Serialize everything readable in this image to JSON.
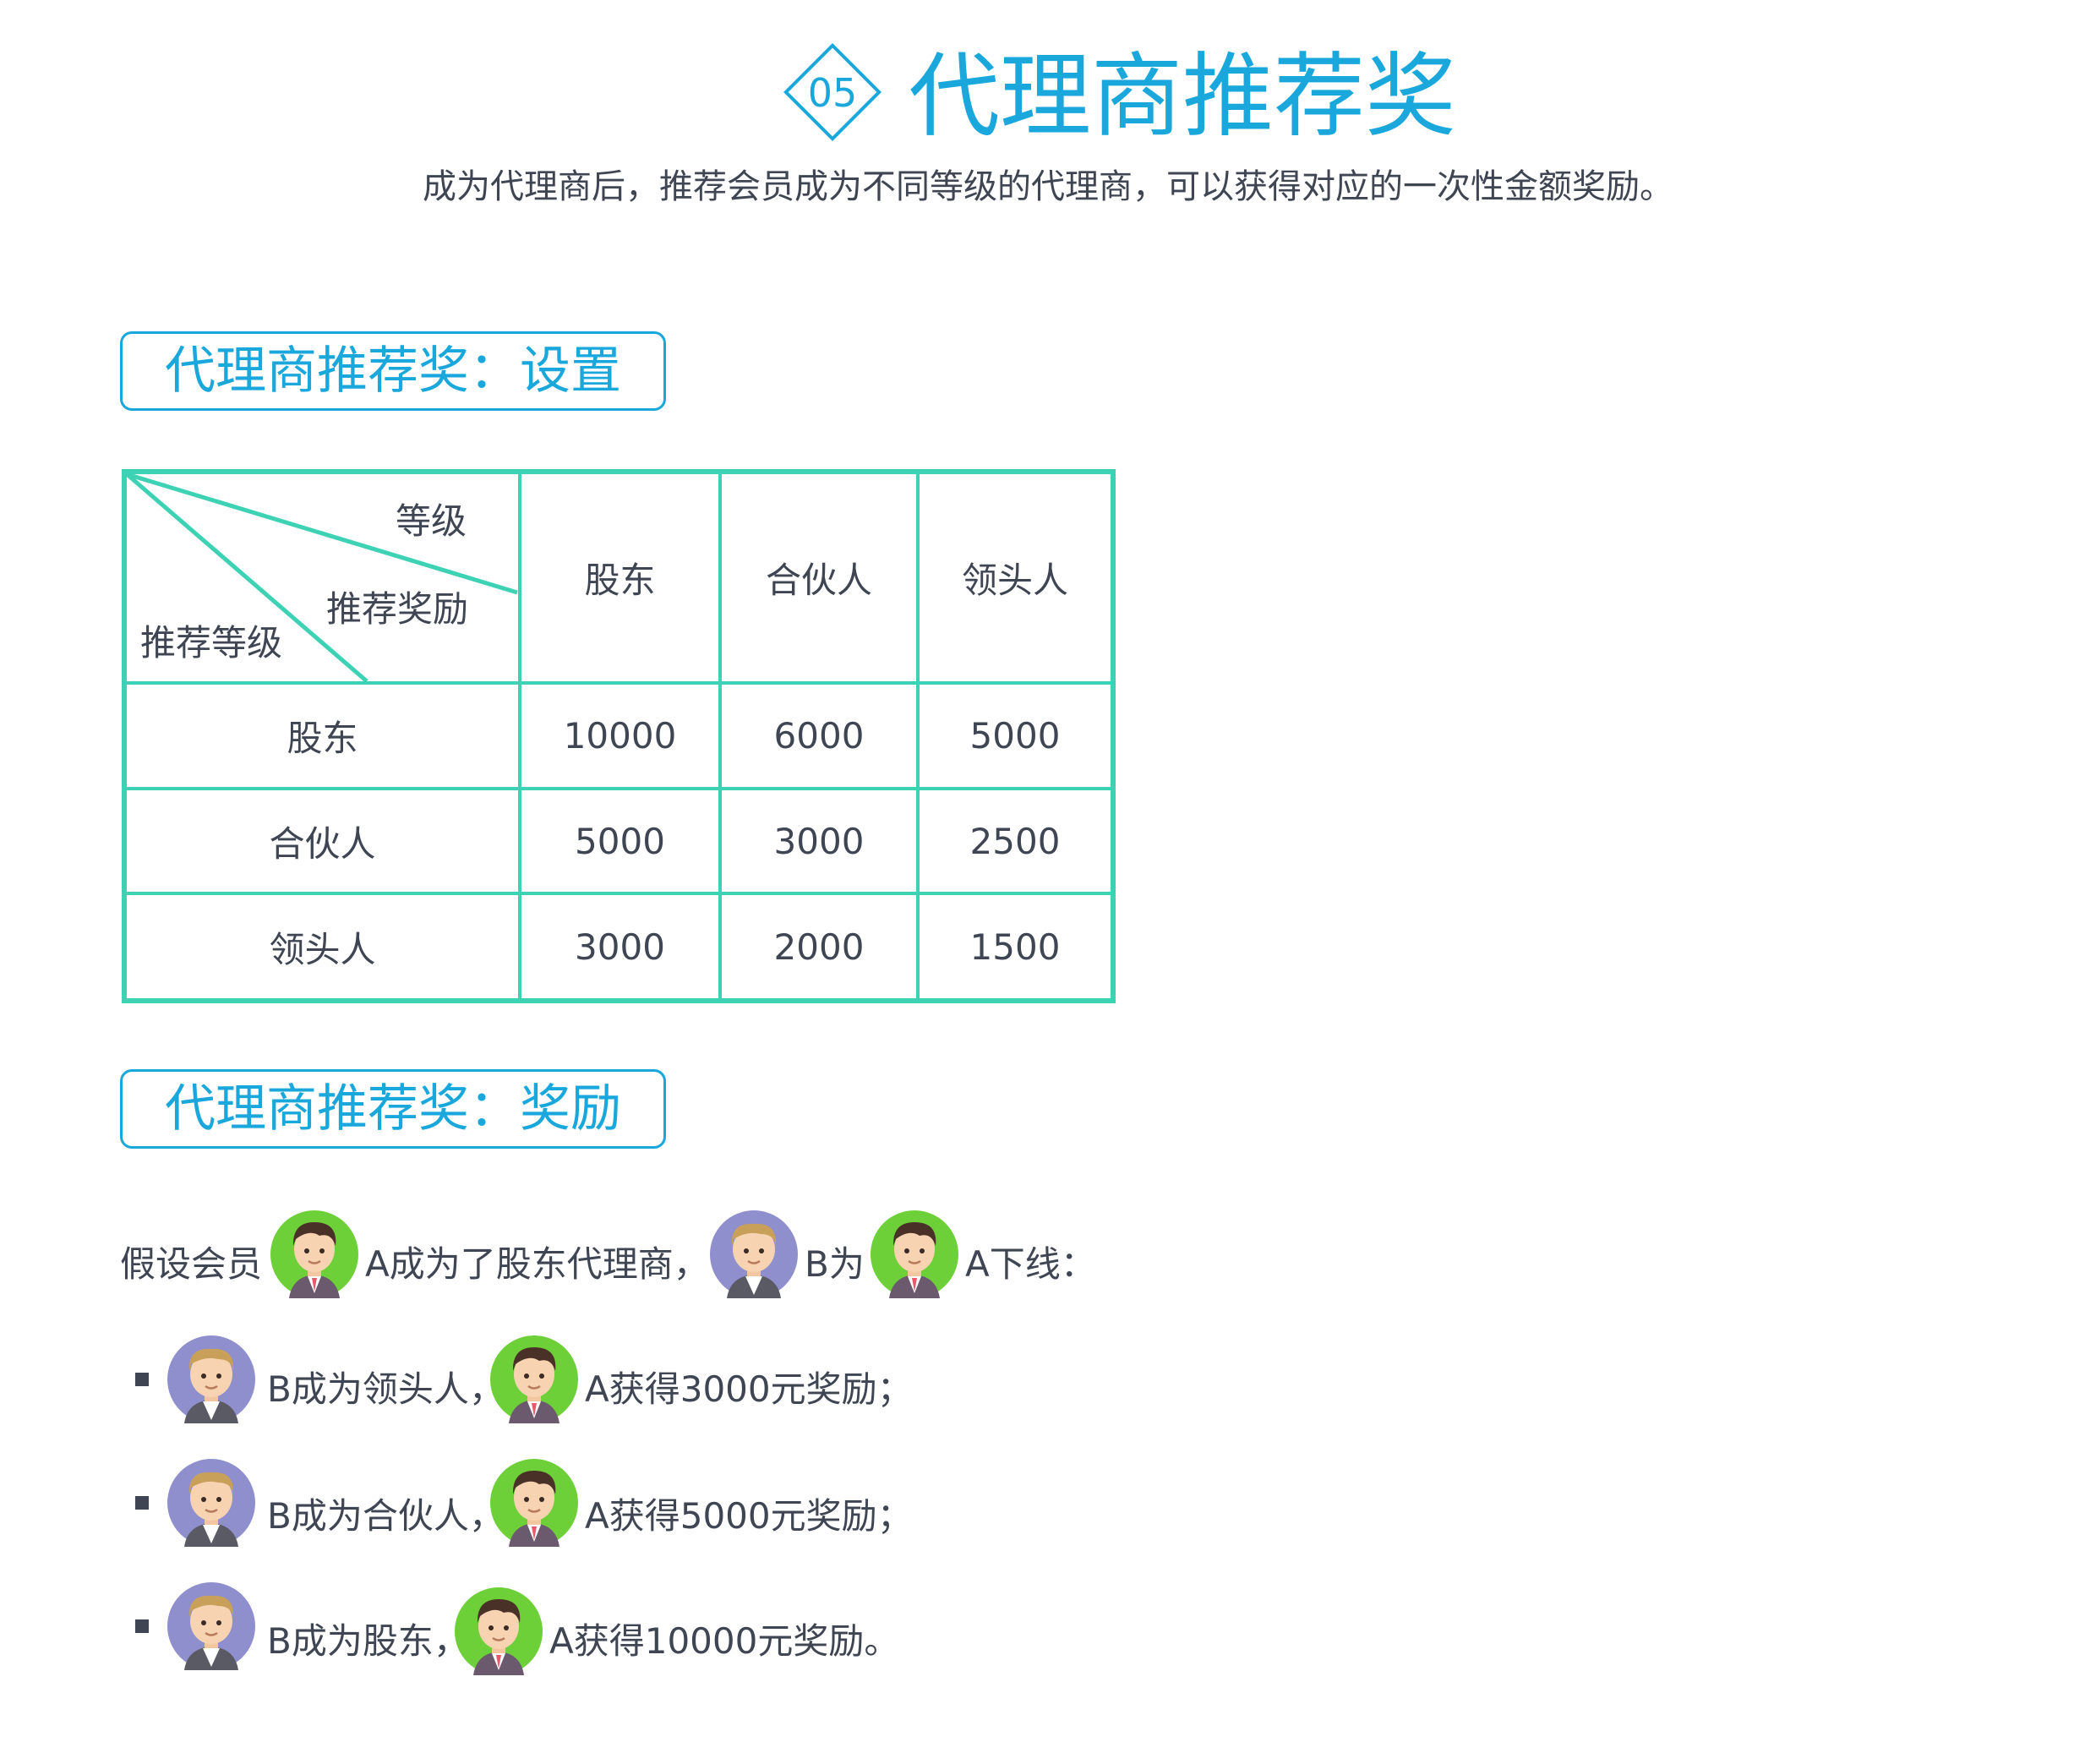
{
  "header": {
    "number": "05",
    "title": "代理商推荐奖",
    "subtitle": "成为代理商后，推荐会员成为不同等级的代理商，可以获得对应的一次性金额奖励。"
  },
  "section_setting": {
    "label": "代理商推荐奖：设置"
  },
  "table": {
    "corner_top": "等级",
    "corner_middle": "推荐奖励",
    "corner_bottom": "推荐等级",
    "columns": [
      "股东",
      "合伙人",
      "领头人"
    ],
    "rows": [
      {
        "label": "股东",
        "values": [
          "10000",
          "6000",
          "5000"
        ]
      },
      {
        "label": "合伙人",
        "values": [
          "5000",
          "3000",
          "2500"
        ]
      },
      {
        "label": "领头人",
        "values": [
          "3000",
          "2000",
          "1500"
        ]
      }
    ]
  },
  "section_reward": {
    "label": "代理商推荐奖：奖励"
  },
  "example": {
    "intro_a": "假设会员",
    "intro_b": "A成为了股东代理商，",
    "intro_c": "B为",
    "intro_d": "A下线：",
    "items": [
      {
        "b_text": "B成为领头人，",
        "a_text": "A获得3000元奖励；"
      },
      {
        "b_text": "B成为合伙人，",
        "a_text": "A获得5000元奖励；"
      },
      {
        "b_text": "B成为股东，",
        "a_text": "A获得10000元奖励。"
      }
    ]
  },
  "colors": {
    "accent": "#1aa8dc",
    "table_border": "#3dd2b3",
    "text": "#3f4553",
    "avatar_a_bg": "#6ed038",
    "avatar_b_bg": "#8f8fce"
  },
  "icons": {
    "avatar_a": "male-avatar-dark-hair-icon",
    "avatar_b": "male-avatar-blond-hair-icon"
  }
}
